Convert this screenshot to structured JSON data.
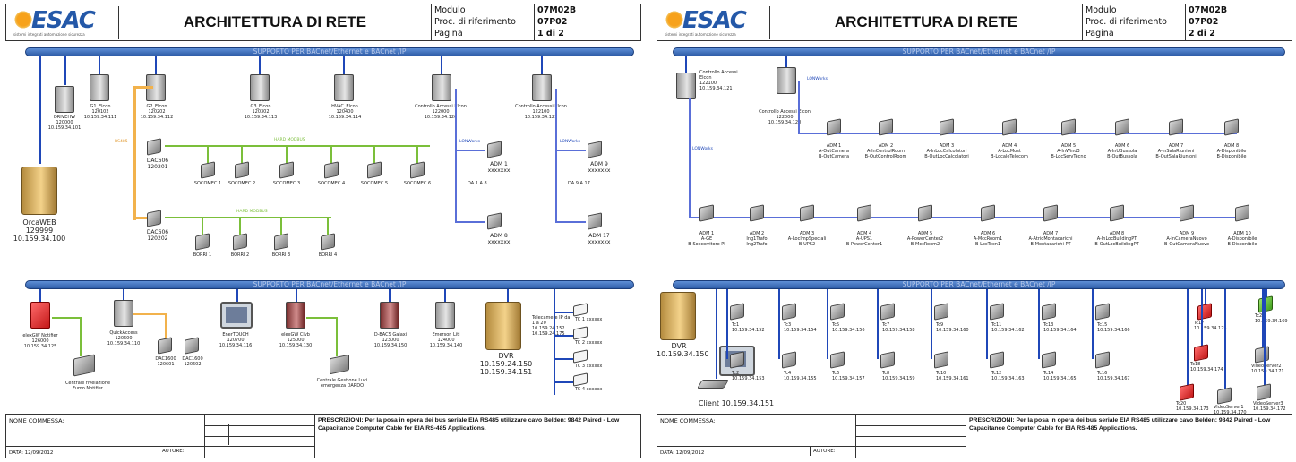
{
  "sheets": [
    {
      "header": {
        "title": "ARCHITETTURA DI RETE",
        "logo_text": "ESAC",
        "logo_tagline": "sistemi integrati automazione sicurezza",
        "k_module": "Modulo",
        "v_module": "07M02B",
        "k_ref": "Proc. di riferimento",
        "v_ref": "07P02",
        "k_page": "Pagina",
        "v_page": "1 di 2"
      },
      "bus_top": "SUPPORTO PER BACnet/Ethernet e BACnet /IP",
      "bus_bottom": "SUPPORTO PER BACnet/Ethernet e BACnet /IP",
      "top_devices": [
        {
          "name": "DRIVEHW",
          "code": "120000",
          "ip": "10.159.34.101"
        },
        {
          "name": "G1_Elcon",
          "code": "120102",
          "ip": "10.159.34.111"
        },
        {
          "name": "G2_Elcon",
          "code": "120202",
          "ip": "10.159.34.112"
        },
        {
          "name": "G3_Elcon",
          "code": "120302",
          "ip": "10.159.34.113"
        },
        {
          "name": "HVAC_Elcon",
          "code": "120400",
          "ip": "10.159.34.114"
        },
        {
          "name": "Controllo Accessi Elcon",
          "code": "122000",
          "ip": "10.159.34.120"
        },
        {
          "name": "Controllo Accessi Elcon",
          "code": "122100",
          "ip": "10.159.34.121"
        }
      ],
      "orcaweb": {
        "name": "OrcaWEB",
        "code": "129999",
        "ip": "10.159.34.100"
      },
      "dac1": {
        "name": "DAC606",
        "code": "120201"
      },
      "dac2": {
        "name": "DAC606",
        "code": "120202"
      },
      "socomec": [
        "SOCOMEC 1",
        "SOCOMEC 2",
        "SOCOMEC 3",
        "SOCOMEC 4",
        "SOCOMEC 5",
        "SOCOMEC 6"
      ],
      "borri": [
        "BORRI 1",
        "BORRI 2",
        "BORRI 3",
        "BORRI 4"
      ],
      "adm": [
        {
          "name": "ADM 1",
          "code": "xxxxxxx"
        },
        {
          "name": "ADM 8",
          "code": "xxxxxxx"
        },
        {
          "name": "ADM 9",
          "code": "xxxxxxx"
        },
        {
          "name": "ADM 17",
          "code": "xxxxxxx"
        }
      ],
      "da_range_1": "DA 1 A 8",
      "da_range_2": "DA 9 A 17",
      "modbus_note": "HARD MODBUS",
      "lon_note": "LONWorks",
      "bottom_devices": [
        {
          "name": "elexGW Notifier",
          "code": "126000",
          "ip": "10.159.34.125"
        },
        {
          "name": "QuickAccess",
          "code": "120600",
          "ip": "10.159.34.110"
        },
        {
          "name": "DAC1600",
          "code": "120601"
        },
        {
          "name": "DAC1600",
          "code": "120602"
        },
        {
          "name": "EnerTOUCH",
          "code": "120700",
          "ip": "10.159.34.116"
        },
        {
          "name": "elexGW Clvb",
          "code": "125000",
          "ip": "10.159.34.130"
        },
        {
          "name": "D-BACS Galaxi",
          "code": "123000",
          "ip": "10.159.34.150"
        },
        {
          "name": "Emerson Liti",
          "code": "124000",
          "ip": "10.159.34.140"
        }
      ],
      "dvr": {
        "name": "DVR",
        "ip1": "10.159.24.150",
        "ip2": "10.159.34.151"
      },
      "central_1": "Centrale rivelazione Fumo Notifier",
      "central_2": "Centrale Gestione Luci emergenza DARDO",
      "tlc_label": "Telecamere IP da 1 a 20",
      "tlc_ips": [
        "10.159.24.152",
        "10.159.24.175"
      ],
      "tlc": [
        "TC 1 xxxxxx",
        "TC 2 xxxxxx",
        "TC 3 xxxxxx",
        "TC 4 xxxxxx"
      ],
      "footer": {
        "commessa": "NOME COMMESSA:",
        "data": "DATA: 12/09/2012",
        "autore": "AUTORE:",
        "prescrizioni": "PRESCRIZIONI: Per la posa in opera dei bus seriale EIA RS485 utilizzare cavo Belden: 9842 Paired - Low Capacitance Computer Cable for EIA RS-485 Applications."
      }
    },
    {
      "header": {
        "title": "ARCHITETTURA DI RETE",
        "logo_text": "ESAC",
        "logo_tagline": "sistemi integrati automazione sicurezza",
        "k_module": "Modulo",
        "v_module": "07M02B",
        "k_ref": "Proc. di riferimento",
        "v_ref": "07P02",
        "k_page": "Pagina",
        "v_page": "2 di 2"
      },
      "bus_top": "SUPPORTO PER BACnet/Ethernet e BACnet /IP",
      "bus_bottom": "SUPPORTO PER BACnet/Ethernet e BACnet /IP",
      "ca1": {
        "name": "Controllo Accessi Elcon",
        "code": "122100",
        "ip": "10.159.34.121"
      },
      "ca2": {
        "name": "Controllo Accessi Elcon",
        "code": "122000",
        "ip": "10.159.34.120"
      },
      "lon_note": "LONWorks",
      "adm_row1": [
        {
          "name": "ADM 1",
          "a": "A-OutCamera",
          "b": "B-OutCamera"
        },
        {
          "name": "ADM 2",
          "a": "A-InControlRoom",
          "b": "B-OutControlRoom"
        },
        {
          "name": "ADM 3",
          "a": "A-InLocCalcolatori",
          "b": "B-OutLocCalcolatori"
        },
        {
          "name": "ADM 4",
          "a": "A-LocMost",
          "b": "B-LocaleTelecom"
        },
        {
          "name": "ADM 5",
          "a": "A-InWind3",
          "b": "B-LocServTecno"
        },
        {
          "name": "ADM 6",
          "a": "A-InUBussola",
          "b": "B-OutBussola"
        },
        {
          "name": "ADM 7",
          "a": "A-InSalaRiunioni",
          "b": "B-OutSalaRiunioni"
        },
        {
          "name": "ADM 8",
          "a": "A-Disponibile",
          "b": "B-Disponibile"
        }
      ],
      "adm_row2": [
        {
          "name": "ADM 1",
          "a": "A-GE",
          "b": "B-Soccorritore PI"
        },
        {
          "name": "ADM 2",
          "a": "Ing1Trafo",
          "b": "Ing2Trafo"
        },
        {
          "name": "ADM 3",
          "a": "A-LocImpSpeciali",
          "b": "B-UPS2"
        },
        {
          "name": "ADM 4",
          "a": "A-UPS1",
          "b": "B-PowerCenter1"
        },
        {
          "name": "ADM 5",
          "a": "A-PowerCenter2",
          "b": "B-MccRoom2"
        },
        {
          "name": "ADM 6",
          "a": "A-MccRoom1",
          "b": "B-LocTecn1"
        },
        {
          "name": "ADM 7",
          "a": "A-AtrioMontacarichi",
          "b": "B-Montacarichi PT"
        },
        {
          "name": "ADM 8",
          "a": "A-InLocBuildingPT",
          "b": "B-OutLocBuildingPT"
        },
        {
          "name": "ADM 9",
          "a": "A-InCameraNuovo",
          "b": "B-OutCameraNuovo"
        },
        {
          "name": "ADM 10",
          "a": "A-Disponibile",
          "b": "B-Disponibile"
        }
      ],
      "dvr": {
        "name": "DVR",
        "ip": "10.159.34.150"
      },
      "client": {
        "name": "Client",
        "ip": "10.159.34.151"
      },
      "cams_top": [
        {
          "name": "Tc1",
          "ip": "10.159.34.152"
        },
        {
          "name": "Tc3",
          "ip": "10.159.34.154"
        },
        {
          "name": "Tc5",
          "ip": "10.159.34.156"
        },
        {
          "name": "Tc7",
          "ip": "10.159.34.158"
        },
        {
          "name": "Tc9",
          "ip": "10.159.34.160"
        },
        {
          "name": "Tc11",
          "ip": "10.159.34.162"
        },
        {
          "name": "Tc13",
          "ip": "10.159.34.164"
        },
        {
          "name": "Tc15",
          "ip": "10.159.34.166"
        }
      ],
      "cams_bottom": [
        {
          "name": "Tc2",
          "ip": "10.159.34.153"
        },
        {
          "name": "Tc4",
          "ip": "10.159.34.155"
        },
        {
          "name": "Tc6",
          "ip": "10.159.34.157"
        },
        {
          "name": "Tc8",
          "ip": "10.159.34.159"
        },
        {
          "name": "Tc10",
          "ip": "10.159.34.161"
        },
        {
          "name": "Tc12",
          "ip": "10.159.34.163"
        },
        {
          "name": "Tc14",
          "ip": "10.159.34.165"
        },
        {
          "name": "Tc16",
          "ip": "10.159.34.167"
        }
      ],
      "special_cams": [
        {
          "name": "Tc17",
          "ip": "10.159.34.175"
        },
        {
          "name": "Tc18",
          "ip": "10.159.34.174"
        },
        {
          "name": "Tc20",
          "ip": "10.159.34.173"
        },
        {
          "name": "Tc21",
          "ip": "10.159.34.169"
        },
        {
          "name": "VideoServer1",
          "ip": "10.159.34.170"
        },
        {
          "name": "VideoServer2",
          "ip": "10.159.34.171"
        },
        {
          "name": "VideoServer3",
          "ip": "10.159.34.172"
        }
      ],
      "footer": {
        "commessa": "NOME COMMESSA:",
        "data": "DATA: 12/09/2012",
        "autore": "AUTORE:",
        "prescrizioni": "PRESCRIZIONI: Per la posa in opera dei bus seriale EIA RS485 utilizzare cavo Belden: 9842 Paired - Low Capacitance Computer Cable for EIA RS-485 Applications."
      }
    }
  ]
}
